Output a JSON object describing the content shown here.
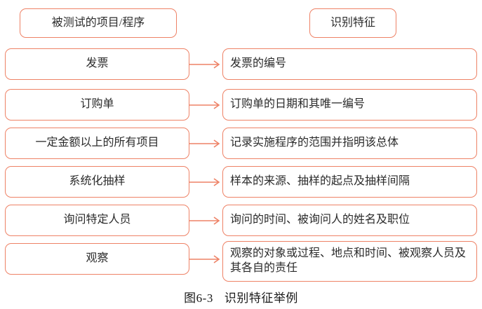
{
  "diagram": {
    "headers": {
      "left": "被测试的项目/程序",
      "right": "识别特征"
    },
    "rows": [
      {
        "left": "发票",
        "right": "发票的编号"
      },
      {
        "left": "订购单",
        "right": "订购单的日期和其唯一编号"
      },
      {
        "left": "一定金额以上的所有项目",
        "right": "记录实施程序的范围并指明该总体"
      },
      {
        "left": "系统化抽样",
        "right": "样本的来源、抽样的起点及抽样间隔"
      },
      {
        "left": "询问特定人员",
        "right": "询问的时间、被询问人的姓名及职位"
      },
      {
        "left": "观察",
        "right": "观察的对象或过程、地点和时间、被观察人员及其各自的责任"
      }
    ],
    "caption": {
      "label": "图6-3",
      "title": "识别特征举例"
    },
    "colors": {
      "border": "#EE8266",
      "text": "#2B2B2B"
    }
  }
}
